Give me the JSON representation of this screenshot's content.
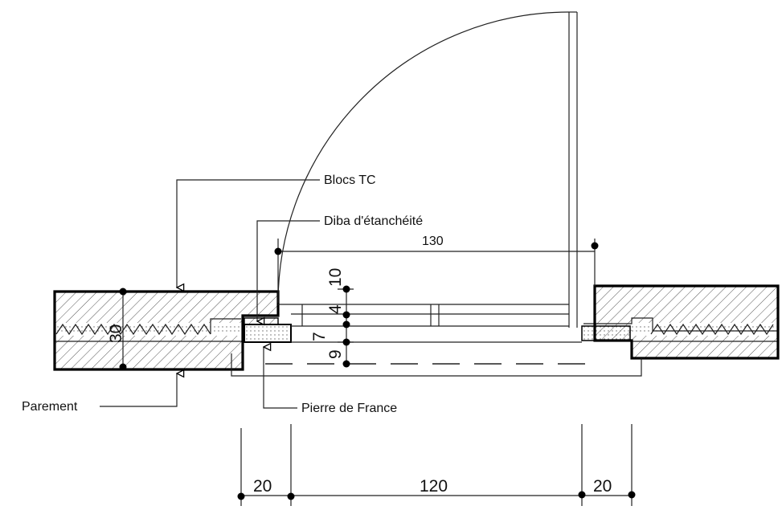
{
  "labels": {
    "blocs": "Blocs TC",
    "diba": "Diba d'étanchéité",
    "parement": "Parement",
    "pierre": "Pierre de France"
  },
  "dimensions": {
    "top_width": "130",
    "wall_thickness": "30",
    "step_10": "10",
    "step_4": "4",
    "step_7": "7",
    "step_9": "9",
    "bottom_left": "20",
    "bottom_middle": "120",
    "bottom_right": "20"
  }
}
